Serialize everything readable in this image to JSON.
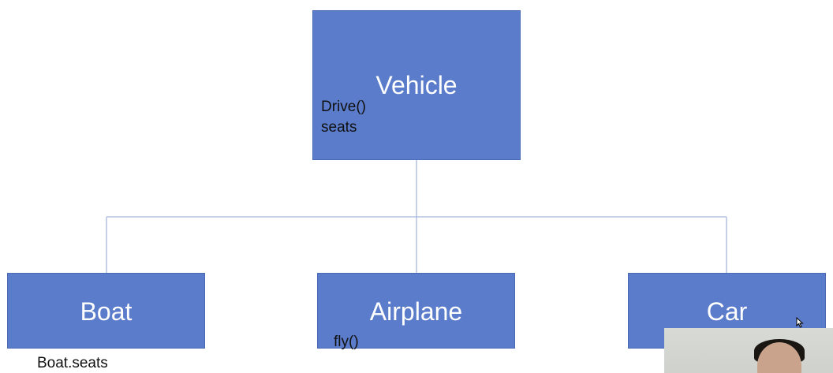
{
  "diagram": {
    "parent": {
      "title": "Vehicle",
      "members": [
        "Drive()",
        "seats"
      ]
    },
    "children": [
      {
        "title": "Boat"
      },
      {
        "title": "Airplane",
        "note": "fly()"
      },
      {
        "title": "Car"
      }
    ],
    "outside_note": "Boat.seats"
  },
  "colors": {
    "box_fill": "#5b7ccb",
    "connector": "#a8b8dc",
    "box_text": "#ffffff",
    "note_text": "#111111"
  },
  "overlays": {
    "cursor_icon": "arrow-cursor",
    "webcam": "presenter-webcam-feed"
  }
}
